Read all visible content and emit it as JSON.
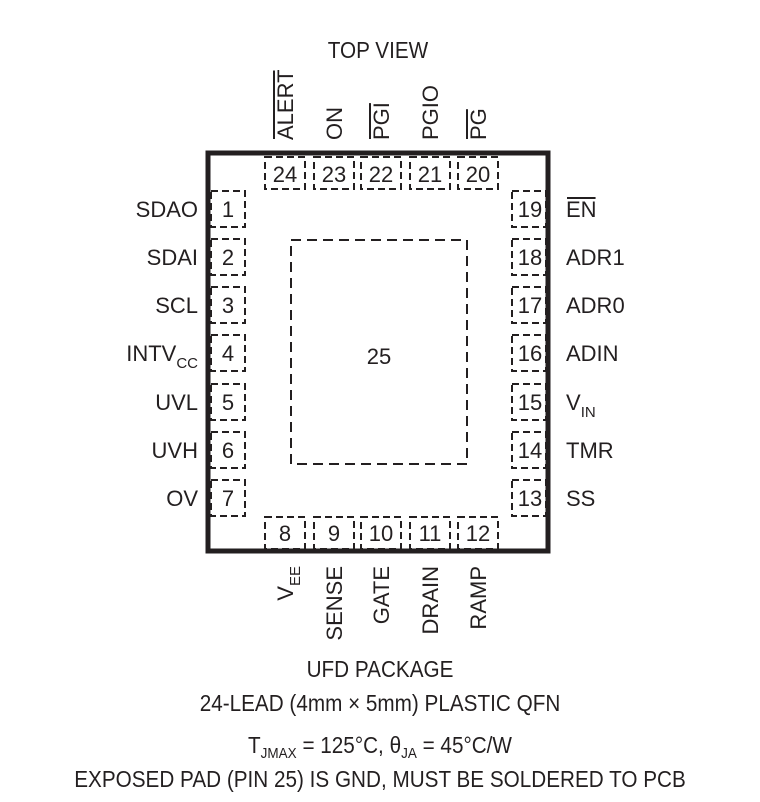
{
  "title": "TOP VIEW",
  "package": {
    "name": "UFD PACKAGE",
    "description": "24-LEAD (4mm × 5mm) PLASTIC QFN",
    "tjmax_prefix": "T",
    "tjmax_sub": "JMAX",
    "tjmax_value": " = 125°C, ",
    "theta_prefix": "θ",
    "theta_sub": "JA",
    "theta_value": " = 45°C/W",
    "exposed_pad_note": "EXPOSED PAD (PIN 25) IS GND, MUST BE SOLDERED TO PCB"
  },
  "exposed_pad": {
    "number": "25"
  },
  "pins": {
    "left": [
      {
        "number": "1",
        "name": "SDAO"
      },
      {
        "number": "2",
        "name": "SDAI"
      },
      {
        "number": "3",
        "name": "SCL"
      },
      {
        "number": "4",
        "name": "INTV",
        "sub": "CC"
      },
      {
        "number": "5",
        "name": "UVL"
      },
      {
        "number": "6",
        "name": "UVH"
      },
      {
        "number": "7",
        "name": "OV"
      }
    ],
    "bottom": [
      {
        "number": "8",
        "name": "V",
        "sub": "EE"
      },
      {
        "number": "9",
        "name": "SENSE"
      },
      {
        "number": "10",
        "name": "GATE"
      },
      {
        "number": "11",
        "name": "DRAIN"
      },
      {
        "number": "12",
        "name": "RAMP"
      }
    ],
    "right": [
      {
        "number": "13",
        "name": "SS"
      },
      {
        "number": "14",
        "name": "TMR"
      },
      {
        "number": "15",
        "name": "V",
        "sub": "IN"
      },
      {
        "number": "16",
        "name": "ADIN"
      },
      {
        "number": "17",
        "name": "ADR0"
      },
      {
        "number": "18",
        "name": "ADR1"
      },
      {
        "number": "19",
        "name": "EN",
        "overbar": true
      }
    ],
    "top": [
      {
        "number": "20",
        "name": "PG",
        "overbar": true
      },
      {
        "number": "21",
        "name": "PGIO"
      },
      {
        "number": "22",
        "name": "PGI",
        "overbar": true
      },
      {
        "number": "23",
        "name": "ON"
      },
      {
        "number": "24",
        "name": "ALERT",
        "overbar": true
      }
    ]
  }
}
